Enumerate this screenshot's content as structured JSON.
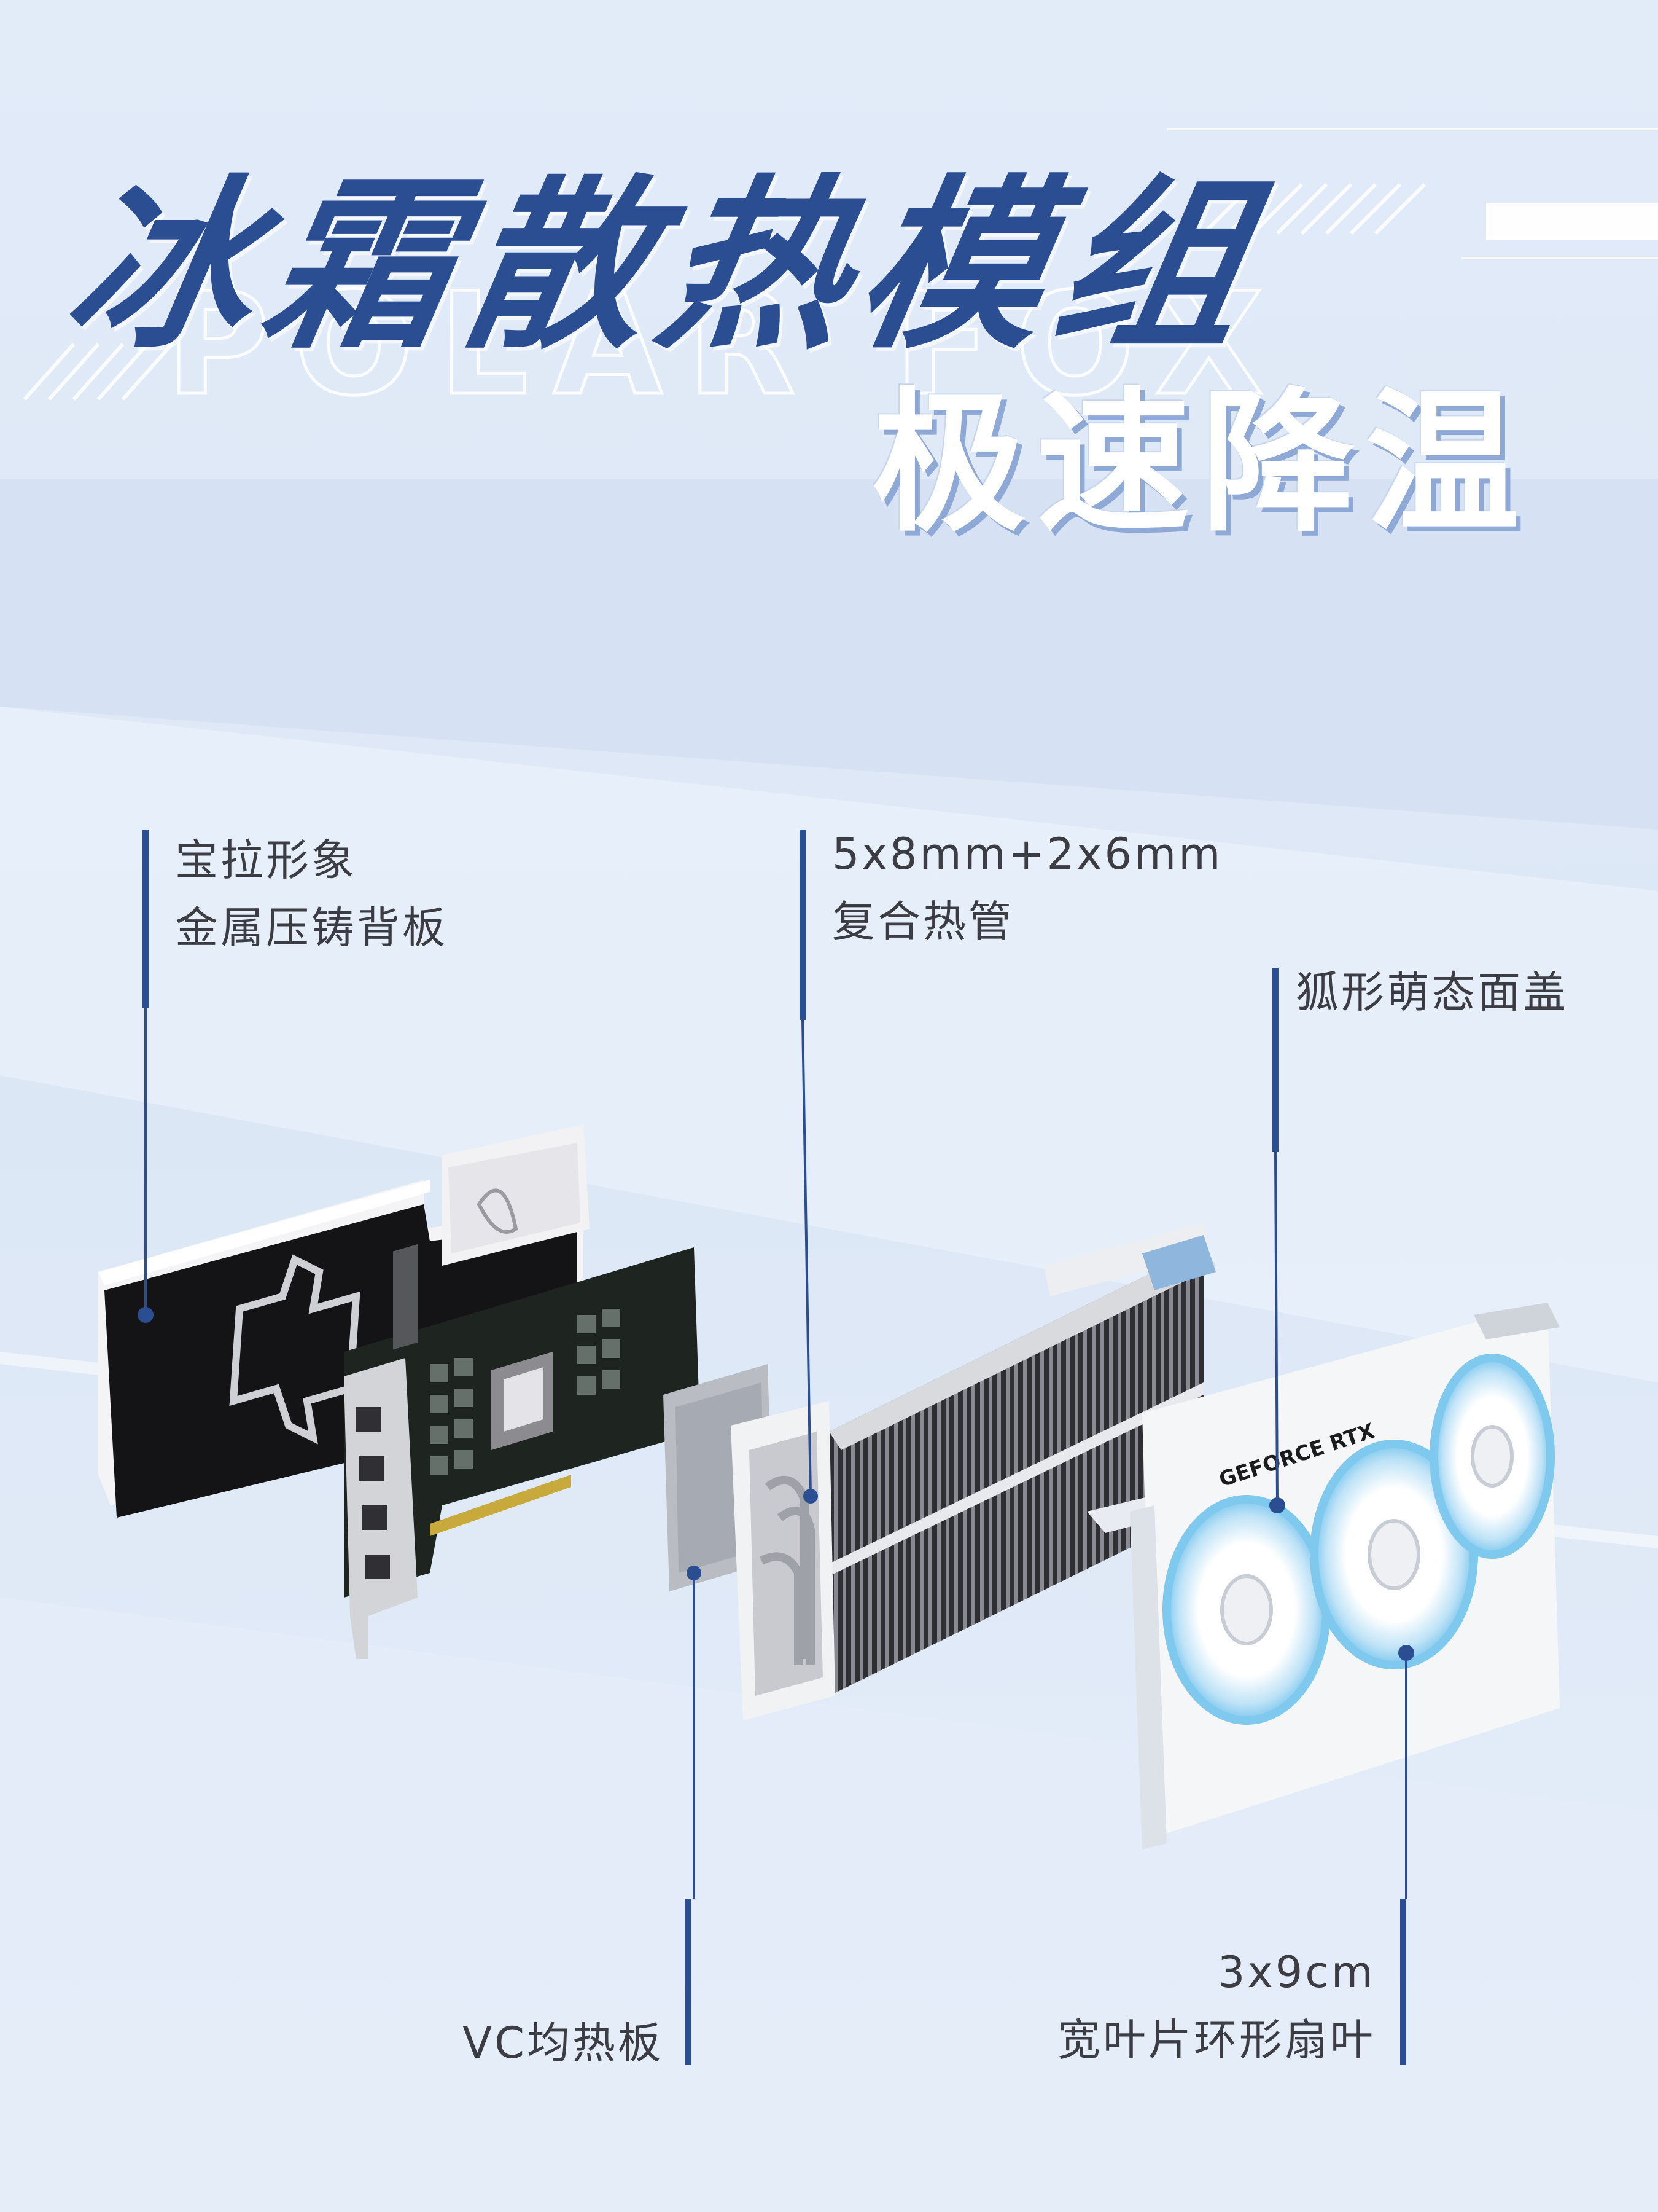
{
  "title": {
    "main": "冰霜散热模组",
    "sub": "极速降温",
    "watermark": "POLAR FOX"
  },
  "callouts": {
    "backplate": {
      "line1": "宝拉形象",
      "line2": "金属压铸背板"
    },
    "heatpipe": {
      "line1": "5x8mm+2x6mm",
      "line2": "复合热管"
    },
    "shroud": {
      "line1": "狐形萌态面盖"
    },
    "vc": {
      "line1": "VC均热板"
    },
    "fan": {
      "line1": "3x9cm",
      "line2": "宽叶片环形扇叶"
    }
  },
  "product": {
    "shroud_text": "GEFORCE RTX"
  },
  "colors": {
    "accent": "#2b4e93",
    "background": "#dfe9f7",
    "fan_glow": "#7fc8ee"
  }
}
